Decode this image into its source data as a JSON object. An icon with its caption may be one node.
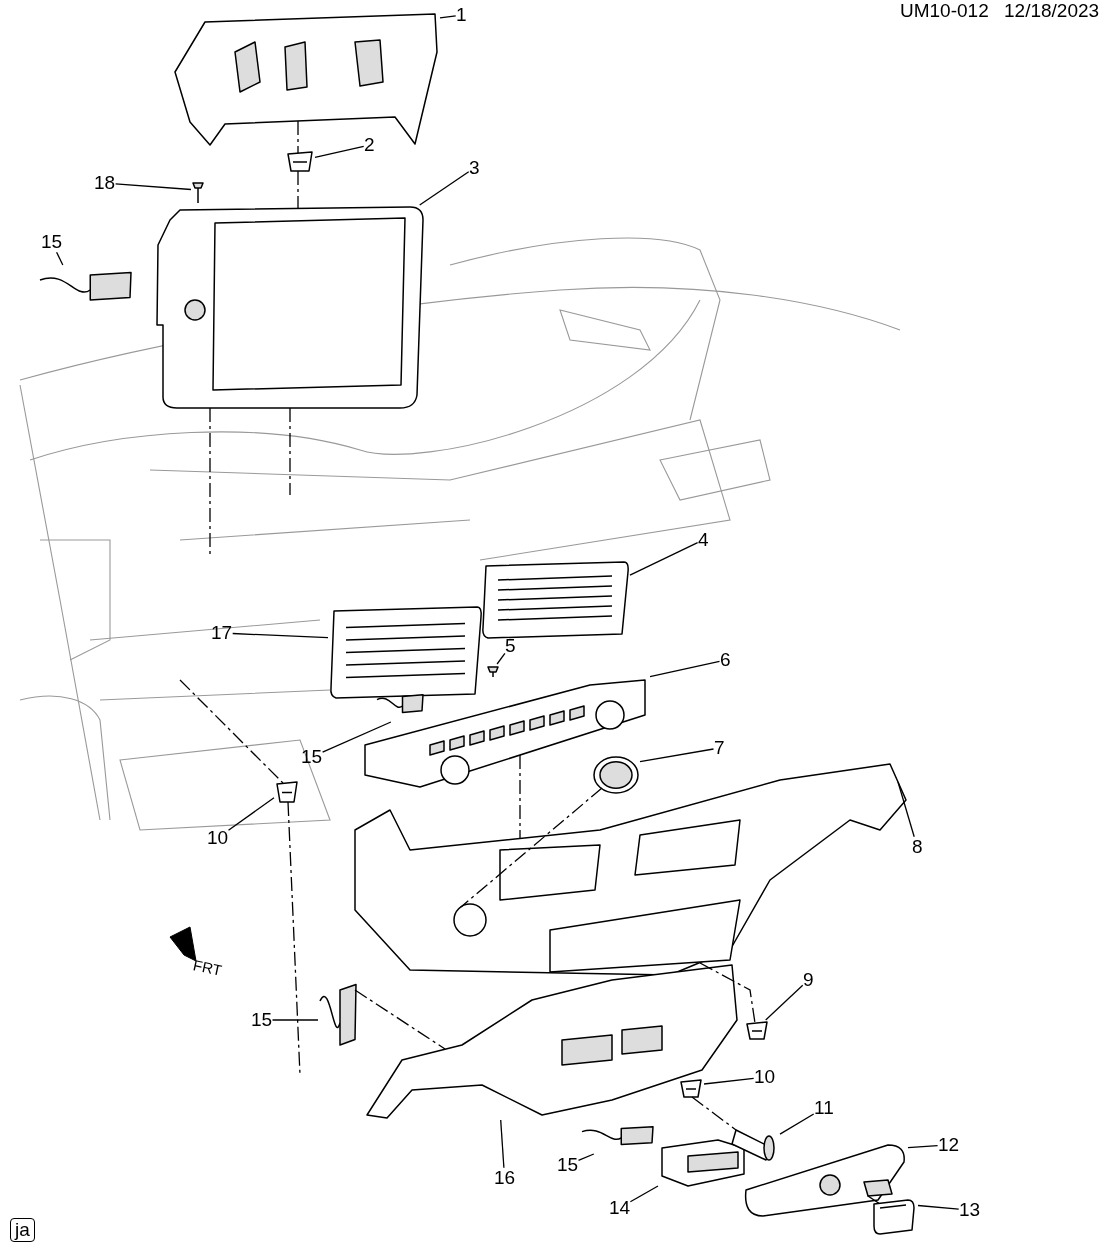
{
  "diagram": {
    "nodes": [
      {
        "text": [
          "1"
        ]
      },
      {
        "text": [
          "2"
        ]
      },
      {
        "text": [
          "3"
        ]
      },
      {
        "text": [
          "18"
        ]
      },
      {
        "text": [
          "15"
        ]
      },
      {
        "text": [
          "4"
        ]
      },
      {
        "text": [
          "17"
        ]
      },
      {
        "text": [
          "5"
        ]
      },
      {
        "text": [
          "6"
        ]
      },
      {
        "text": [
          "7"
        ]
      },
      {
        "text": [
          "15"
        ]
      },
      {
        "text": [
          "10"
        ]
      },
      {
        "text": [
          "8"
        ]
      },
      {
        "text": [
          "9"
        ]
      },
      {
        "text": [
          "15"
        ]
      },
      {
        "text": [
          "10"
        ]
      },
      {
        "text": [
          "11"
        ]
      },
      {
        "text": [
          "12"
        ]
      },
      {
        "text": [
          "15"
        ]
      },
      {
        "text": [
          "16"
        ]
      },
      {
        "text": [
          "14"
        ]
      },
      {
        "text": [
          "13"
        ]
      },
      {
        "text": [],
        "shape": "picture"
      },
      {
        "text": [],
        "shape": "picture"
      },
      {
        "text": [],
        "shape": "picture"
      },
      {
        "text": [],
        "shape": "picture"
      },
      {
        "text": [],
        "shape": "picture"
      },
      {
        "text": [],
        "shape": "picture"
      },
      {
        "text": [],
        "shape": "picture"
      },
      {
        "text": [],
        "shape": "picture"
      },
      {
        "text": [],
        "shape": "picture"
      },
      {
        "text": [],
        "shape": "picture"
      },
      {
        "text": [],
        "shape": "picture"
      },
      {
        "text": [],
        "shape": "picture"
      },
      {
        "text": [],
        "shape": "picture"
      },
      {
        "text": [],
        "shape": "picture"
      },
      {
        "text": [],
        "shape": "picture"
      },
      {
        "text": [],
        "shape": "picture",
        "in": 41
      },
      {
        "text": [],
        "shape": "picture"
      },
      {
        "text": [],
        "shape": "picture"
      },
      {
        "text": [],
        "shape": "picture"
      },
      {
        "text": [],
        "shape": "picture"
      },
      {
        "text": [],
        "shape": "picture"
      },
      {
        "text": [],
        "shape": "picture"
      }
    ],
    "edges": [
      {
        "from": 0,
        "to": 22,
        "arrow": "none"
      },
      {
        "from": 1,
        "to": 23,
        "arrow": "none"
      },
      {
        "from": 2,
        "to": 24,
        "arrow": "none"
      },
      {
        "from": 3,
        "to": 25,
        "arrow": "none"
      },
      {
        "from": 4,
        "to": 26,
        "arrow": "none"
      },
      {
        "from": 5,
        "to": 27,
        "arrow": "none"
      },
      {
        "from": 6,
        "to": 28,
        "arrow": "none"
      },
      {
        "from": 7,
        "to": 29,
        "arrow": "none"
      },
      {
        "from": 8,
        "to": 30,
        "arrow": "none"
      },
      {
        "from": 9,
        "to": 31,
        "arrow": "none"
      },
      {
        "from": 10,
        "to": 32,
        "arrow": "none"
      },
      {
        "from": 11,
        "to": 33,
        "arrow": "none"
      },
      {
        "from": 12,
        "to": 34,
        "arrow": "none"
      },
      {
        "from": 13,
        "to": 35,
        "arrow": "none"
      },
      {
        "from": 14,
        "to": 36,
        "arrow": "none"
      },
      {
        "from": 15,
        "to": 37,
        "arrow": "none"
      },
      {
        "from": 16,
        "to": 38,
        "arrow": "none"
      },
      {
        "from": 17,
        "to": 39,
        "arrow": "none"
      },
      {
        "from": 18,
        "to": 40,
        "arrow": "none"
      },
      {
        "from": 19,
        "to": 41,
        "arrow": "none"
      },
      {
        "from": 20,
        "to": 42,
        "arrow": "none"
      },
      {
        "from": 21,
        "to": 43,
        "arrow": "none"
      },
      {
        "from": 22,
        "to": 23,
        "arrow": "none",
        "style": "dashed"
      },
      {
        "from": 23,
        "to": 24,
        "arrow": "none",
        "style": "dashed"
      },
      {
        "from": 24,
        "to": null,
        "arrow": "none",
        "style": "dashed"
      },
      {
        "from": 24,
        "to": null,
        "arrow": "none",
        "style": "dashed"
      },
      {
        "from": 30,
        "to": 34,
        "arrow": "none",
        "style": "dashed"
      },
      {
        "from": 31,
        "to": 34,
        "arrow": "none",
        "style": "dashed"
      },
      {
        "from": null,
        "to": 33,
        "arrow": "none",
        "style": "dashed"
      },
      {
        "from": 33,
        "to": null,
        "arrow": "none",
        "style": "dashed"
      },
      {
        "from": 36,
        "to": 41,
        "arrow": "none",
        "style": "dashed"
      },
      {
        "from": 34,
        "to": 35,
        "arrow": "none",
        "style": "dashed"
      },
      {
        "from": 37,
        "to": 38,
        "arrow": "none",
        "style": "dashed"
      }
    ],
    "labels": [
      "UM10-012",
      "12/18/2023",
      "FRT",
      "ja"
    ]
  }
}
